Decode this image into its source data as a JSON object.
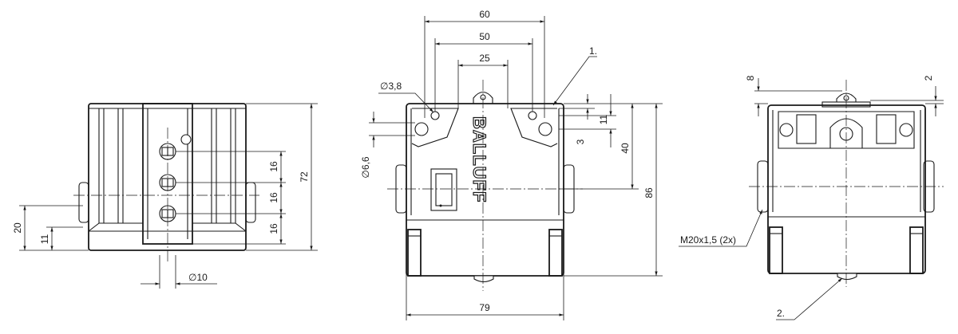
{
  "drawing": {
    "brand_logo": "BALLUFF",
    "left_view": {
      "dims": {
        "d20": "20",
        "d11": "11",
        "d16a": "16",
        "d16b": "16",
        "d16c": "16",
        "d72": "72",
        "d10": "∅10"
      }
    },
    "front_view": {
      "dims": {
        "d60": "60",
        "d50": "50",
        "d25": "25",
        "d38": "∅3,8",
        "d66": "∅6,6",
        "d11": "11",
        "d3": "3",
        "d40": "40",
        "d86": "86",
        "d79": "79"
      },
      "callout_1": "1."
    },
    "right_view": {
      "dims": {
        "d8": "8",
        "d2": "2"
      },
      "thread_label": "M20x1,5 (2x)",
      "callout_2": "2."
    }
  }
}
